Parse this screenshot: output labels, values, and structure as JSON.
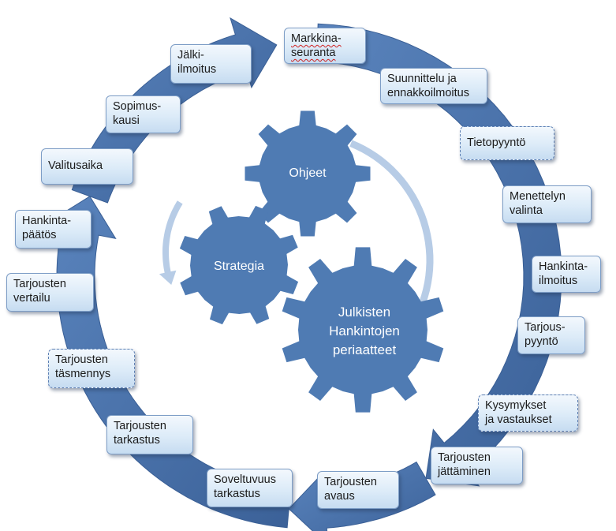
{
  "colors": {
    "ring": "#4c74ad",
    "ring_dark": "#3a5f95",
    "gear": "#4f7bb3",
    "inner_arrow": "#b7cce6",
    "box_border": "#7d9dc6"
  },
  "steps": [
    {
      "id": "markkinaseuranta",
      "text": "Markkina-\nseuranta",
      "dashed": false,
      "wavy": true
    },
    {
      "id": "suunnittelu",
      "text": "Suunnittelu ja\nennakkoilmoitus",
      "dashed": false,
      "wavy": false
    },
    {
      "id": "tietopyynto",
      "text": "Tietopyyntö",
      "dashed": true,
      "wavy": false
    },
    {
      "id": "menettelyn",
      "text": "Menettelyn\nvalinta",
      "dashed": false,
      "wavy": false
    },
    {
      "id": "hankintailmoitus",
      "text": "Hankinta-\nilmoitus",
      "dashed": false,
      "wavy": false
    },
    {
      "id": "tarjouspyynto",
      "text": "Tarjous-\npyyntö",
      "dashed": false,
      "wavy": false
    },
    {
      "id": "kysymykset",
      "text": "Kysymykset\nja vastaukset",
      "dashed": true,
      "wavy": false
    },
    {
      "id": "jattaminen",
      "text": "Tarjousten\njättäminen",
      "dashed": false,
      "wavy": false
    },
    {
      "id": "avaus",
      "text": "Tarjousten\navaus",
      "dashed": false,
      "wavy": false
    },
    {
      "id": "soveltuvuus",
      "text": "Soveltuvuus\ntarkastus",
      "dashed": false,
      "wavy": false
    },
    {
      "id": "tarkastus",
      "text": "Tarjousten\ntarkastus",
      "dashed": false,
      "wavy": false
    },
    {
      "id": "tasmennys",
      "text": "Tarjousten\ntäsmennys",
      "dashed": true,
      "wavy": false
    },
    {
      "id": "vertailu",
      "text": "Tarjousten\nvertailu",
      "dashed": false,
      "wavy": false
    },
    {
      "id": "hankintapaatos",
      "text": "Hankinta-\npäätös",
      "dashed": false,
      "wavy": false
    },
    {
      "id": "valitusaika",
      "text": "Valitusaika",
      "dashed": false,
      "wavy": false
    },
    {
      "id": "sopimuskausi",
      "text": "Sopimus-\nkausi",
      "dashed": false,
      "wavy": false
    },
    {
      "id": "jalki",
      "text": "Jälki-\nilmoitus",
      "dashed": false,
      "wavy": false
    }
  ],
  "gears": {
    "ohjeet": "Ohjeet",
    "strategia": "Strategia",
    "periaatteet": "Julkisten\nHankintojen\nperiaatteet"
  }
}
